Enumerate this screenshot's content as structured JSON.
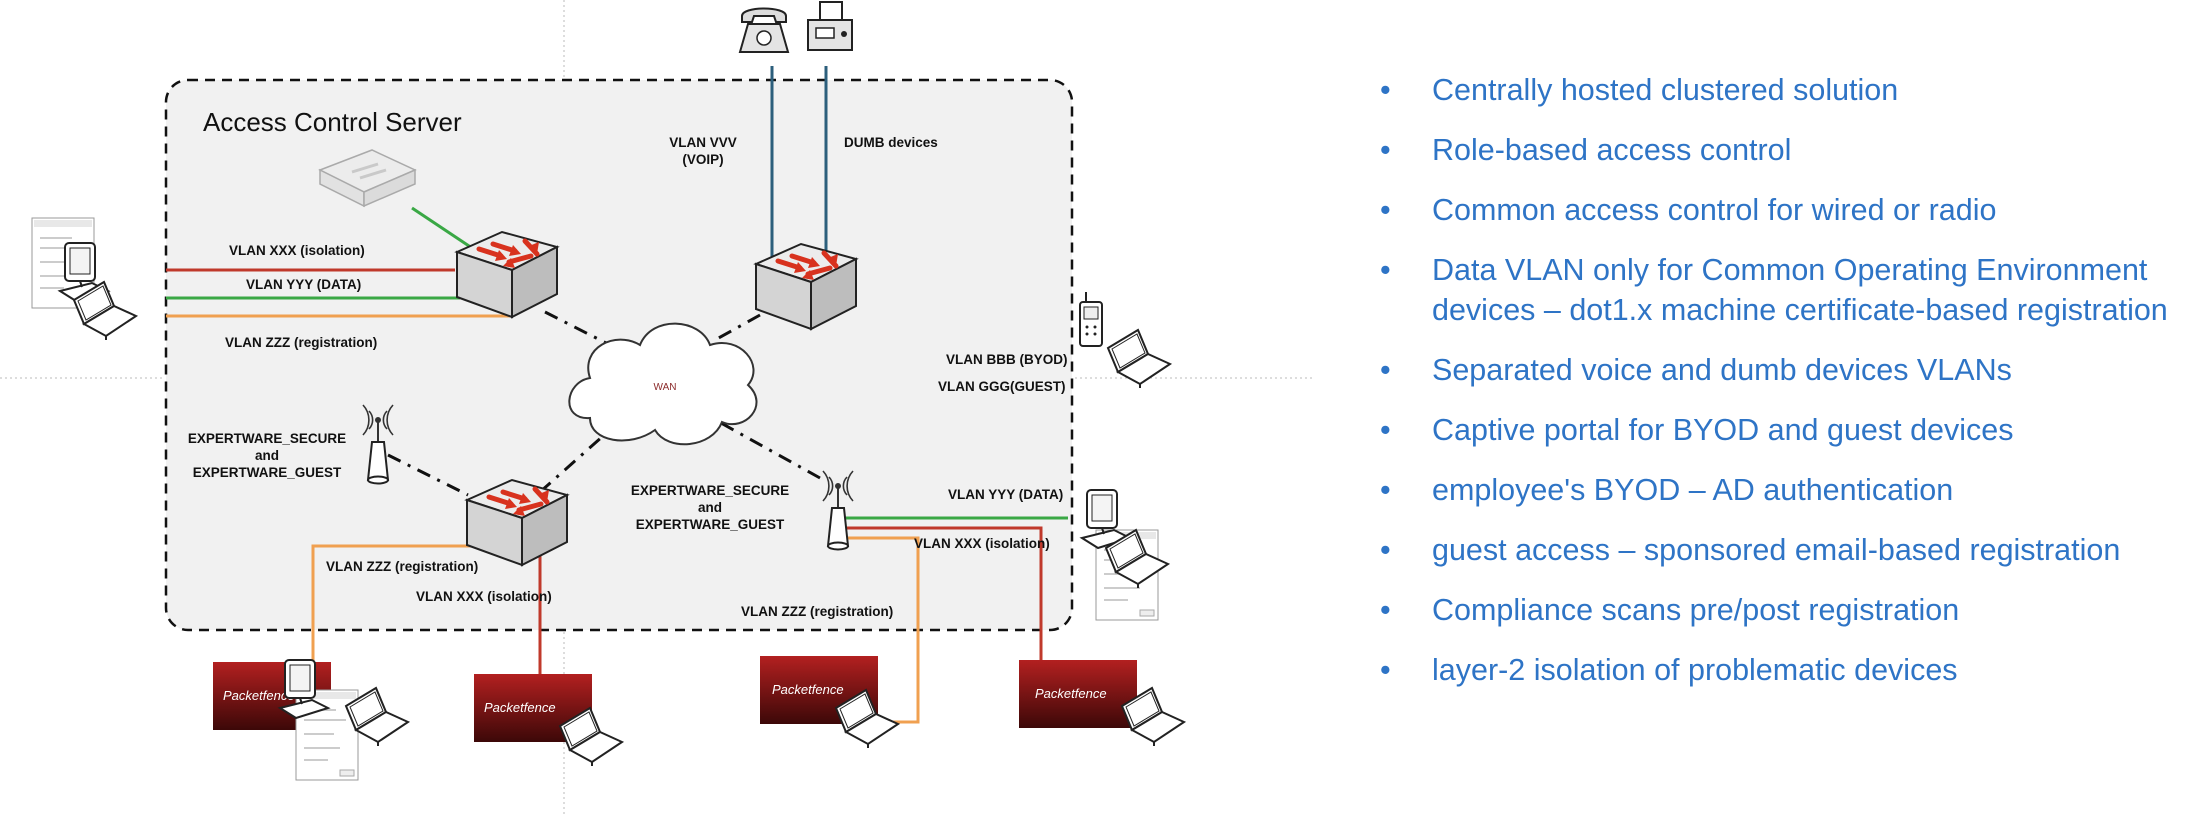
{
  "diagram": {
    "server_title": "Access Control Server",
    "wan_label": "WAN",
    "labels": {
      "vlan_vvv": "VLAN VVV",
      "voip": "(VOIP)",
      "dumb": "DUMB devices",
      "vlan_xxx_tl": "VLAN XXX (isolation)",
      "vlan_yyy_tl": "VLAN YYY (DATA)",
      "vlan_zzz_tl": "VLAN ZZZ (registration)",
      "vlan_bbb": "VLAN BBB (BYOD)",
      "vlan_ggg": "VLAN GGG(GUEST)",
      "ssid_l1": "EXPERTWARE_SECURE",
      "ssid_l2": "and",
      "ssid_l3": "EXPERTWARE_GUEST",
      "ssid_r1": "EXPERTWARE_SECURE",
      "ssid_r2": "and",
      "ssid_r3": "EXPERTWARE_GUEST",
      "vlan_yyy_r": "VLAN YYY (DATA)",
      "vlan_xxx_r": "VLAN XXX (isolation)",
      "vlan_zzz_bl": "VLAN ZZZ (registration)",
      "vlan_xxx_bl": "VLAN XXX (isolation)",
      "vlan_zzz_bm": "VLAN ZZZ (registration)"
    },
    "banner_text": "Packetfence",
    "colors": {
      "isolation": "#c0392b",
      "data": "#3aa845",
      "registration": "#f0a050",
      "voip": "#2c5f7c",
      "bullet": "#2e74c6"
    }
  },
  "bullets": [
    "Centrally hosted clustered solution",
    "Role-based access control",
    "Common access control for wired or radio",
    "Data VLAN only for Common Operating Environment devices – dot1.x machine certificate-based registration",
    "Separated voice and dumb devices VLANs",
    "Captive portal for BYOD and guest devices",
    "employee's BYOD – AD authentication",
    "guest access – sponsored email-based registration",
    "Compliance scans pre/post registration",
    "layer-2 isolation of problematic devices"
  ],
  "bullet_symbol": "•"
}
